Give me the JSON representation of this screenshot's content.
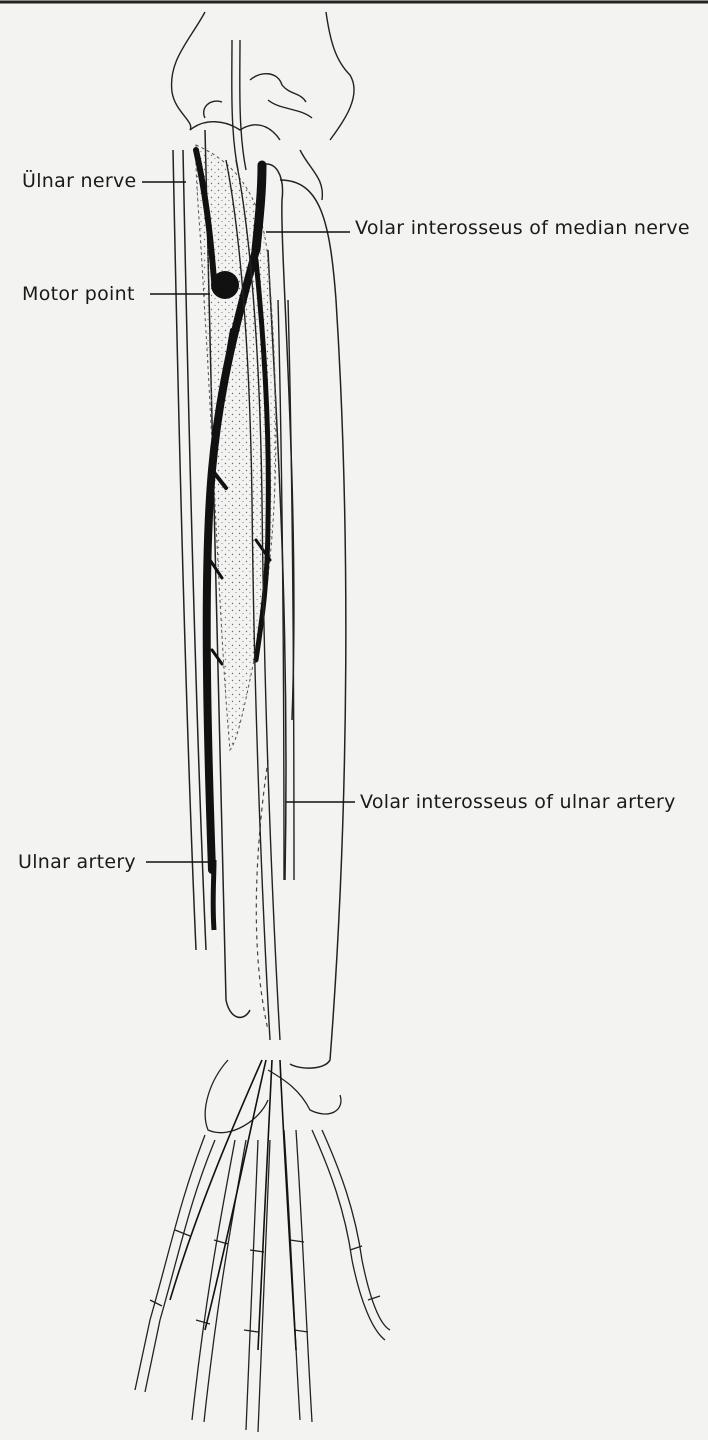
{
  "labels": {
    "ulnar_nerve": "Ülnar nerve",
    "motor_point": "Motor point",
    "volar_interosseus_median": "Volar interosseus of median nerve",
    "volar_interosseus_ulnar": "Volar interosseus of ulnar artery",
    "ulnar_artery": "Ulnar artery"
  }
}
